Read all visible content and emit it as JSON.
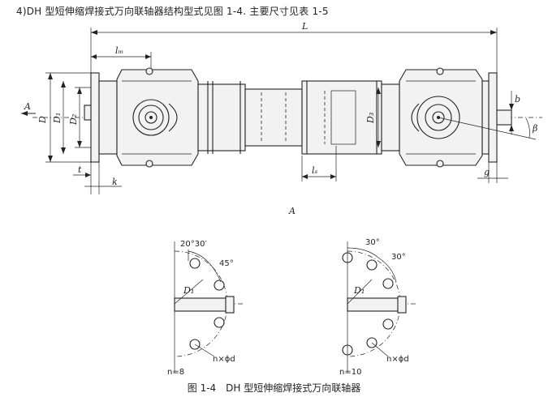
{
  "header": {
    "text": "4)DH 型短伸缩焊接式万向联轴器结构型式见图 1-4. 主要尺寸见表 1-5"
  },
  "caption": {
    "text": "图 1-4　DH 型短伸缩焊接式万向联轴器"
  },
  "labels": {
    "L": "L",
    "Lm": "lₘ",
    "Ls": "lₛ",
    "A_arrow": "A",
    "A_view": "A",
    "D": "D",
    "D1": "D₁",
    "D2": "D₂",
    "D3": "D₃",
    "b": "b",
    "beta": "β",
    "t": "t",
    "k": "k",
    "g": "g"
  },
  "flange_left": {
    "angle_top": "20°30′",
    "angle_side": "45°",
    "d1": "D₁",
    "holes": "n×ϕd",
    "n": "n=8"
  },
  "flange_right": {
    "angle_top": "30°",
    "angle_side": "30°",
    "d1": "D₁",
    "holes": "n×ϕd",
    "n": "n=10"
  }
}
